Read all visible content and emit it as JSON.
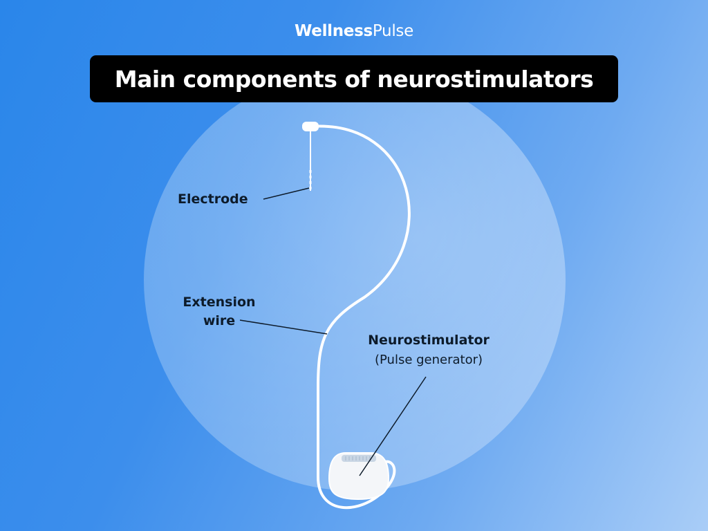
{
  "brand": {
    "part1": "Wellness",
    "part2": "Pulse"
  },
  "title": "Main components of neurostimulators",
  "labels": {
    "electrode": "Electrode",
    "extension_line1": "Extension",
    "extension_line2": "wire",
    "neurostimulator": "Neurostimulator",
    "pulse_generator": "(Pulse generator)"
  },
  "colors": {
    "background_start": "#2a86ea",
    "background_end": "#a9cdf7",
    "title_box": "#000000",
    "title_text": "#ffffff",
    "label_text": "#0d1b2a",
    "wire": "#ffffff"
  }
}
